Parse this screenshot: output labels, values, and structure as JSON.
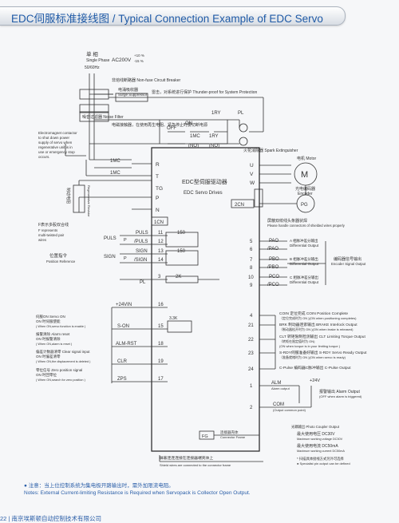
{
  "title": "EDC伺服标准接线图 / Typical Connection Example of EDC Servo",
  "power": {
    "phase_cn": "单 相",
    "phase_en": "Single Phase",
    "freq": "50/60Hz",
    "voltage": "AC200V",
    "tol_plus": "+10 %",
    "tol_minus": "-15 %"
  },
  "breaker": {
    "cn": "非熔线断路器",
    "en": "Non-fuse Circuit Breaker"
  },
  "surge": {
    "cn": "电涌吸收器",
    "en": "Surge Suppressor",
    "note": "雷击，对系统进行保护 Thunder-proof for System Protection"
  },
  "noise_filter": {
    "cn": "噪音过滤器",
    "en": "Noise Filter"
  },
  "contactor_note": {
    "cn": "电磁接触器，在使用再生电阻、紧急停止时要切断电源",
    "en": [
      "Electromagnet contactor",
      "to shut down power",
      "supply of servo when",
      "regenerative unit is in",
      "use or emergency stop",
      "occurs."
    ]
  },
  "relay": {
    "off": "OFF",
    "on": "ON",
    "ry": "1RY",
    "pl": "PL",
    "mc": "1MC",
    "no": "(NO)"
  },
  "spark": "火花消除器 Spark Extinguisher",
  "mc1": "1MC",
  "mc2": "1MC",
  "regen": {
    "cn": "制动电阻",
    "en": "Regenerative Resistor"
  },
  "drive": {
    "cn": "EDC型伺服驱动器",
    "en": "EDC Servo Drives",
    "cn_box": "1CN",
    "cn2_box": "2CN"
  },
  "power_terms": [
    "R",
    "T",
    "TG",
    "P",
    "N"
  ],
  "motor_terms": [
    "U",
    "V",
    "W"
  ],
  "motor": {
    "symbol": "M",
    "cn": "电机 Motor"
  },
  "encoder": {
    "cn": "光电编码器",
    "en": "Encoder",
    "box": "PG"
  },
  "twist": {
    "cn": "屏蔽双绞线头条器状焊",
    "en": "Please handle connectors of shielded wires properly"
  },
  "pulse_group": {
    "title_cn": "F表示多股双合线",
    "title_en": [
      "F represents",
      "multi-twisted pair",
      "wires"
    ],
    "pos_cn": "位置指令",
    "pos_en": "Position Reference"
  },
  "pulse_rows": [
    {
      "name": "PULS",
      "pin": "11",
      "res": "150"
    },
    {
      "name": "/PULS",
      "pin": "12",
      "res": ""
    },
    {
      "name": "SIGN",
      "pin": "13",
      "res": "150"
    },
    {
      "name": "/SIGN",
      "pin": "14",
      "res": ""
    }
  ],
  "pulse_labels": {
    "puls": "PULS",
    "sign": "SIGN",
    "p": "P"
  },
  "pl_row": {
    "name": "PL",
    "pin": "3",
    "res": "2K"
  },
  "enc_out": [
    {
      "name": "PAO",
      "sub": "/PAO",
      "pins": [
        "5",
        "6"
      ],
      "cn": "A 相脉冲差分输出",
      "en": "Differential Output"
    },
    {
      "name": "PBO",
      "sub": "/PBO",
      "pins": [
        "7",
        "8"
      ],
      "cn": "B 相脉冲差分输出",
      "en": "Differential Output"
    },
    {
      "name": "PCO",
      "sub": "/PCO",
      "pins": [
        "10",
        "9"
      ],
      "cn": "C 相脉冲差分输出",
      "en": "Differential Output"
    }
  ],
  "enc_out_group": {
    "cn": "编码器信号输出",
    "en": "Encoder Signal Output"
  },
  "vin": {
    "name": "+24VIN",
    "pin": "16",
    "res": "3.3K"
  },
  "inputs": [
    {
      "name": "S-ON",
      "pin": "15",
      "cn": "伺服ON Servo ON",
      "cn2": "ON 时伺服使能",
      "en": "( When ON,servo function is enable )"
    },
    {
      "name": "ALM-RST",
      "pin": "18",
      "cn": "报警清除 Alarm reset",
      "cn2": "ON 时报警清除",
      "en": "( When ON,alarm is reset )"
    },
    {
      "name": "CLR",
      "pin": "19",
      "cn": "偏差计数器清零 Clear signal input",
      "cn2": "ON 时偏差清零",
      "en": "( When ON,the displacement is deleted )"
    },
    {
      "name": "ZPS",
      "pin": "17",
      "cn": "零位信号 Zero position signal",
      "cn2": "ON 时回零位",
      "en": "( When ON,search for zero position )"
    }
  ],
  "outputs": [
    {
      "pin": "4",
      "lines": [
        "COIN 定位完成 COIN Position Complete",
        "（定位完成时为 ON )(ON when positioning completes)"
      ]
    },
    {
      "pin": "21",
      "lines": [
        "BRK 制动器连索输出 BRAKE Interlock Output",
        "（制动器松开时为 ON )(ON when brake is released)"
      ]
    },
    {
      "pin": "22",
      "lines": [
        "CLT 转矩限制检测输出 CLT Limiting Torque Output",
        "（转矩在限定值时为 ON)",
        "(ON when torque is in your limiting torque )"
      ]
    },
    {
      "pin": "23",
      "lines": [
        "S-RDY伺服准备好输出 S-RDY Servo Ready Output",
        "（准备就绪时为 ON )(ON when servo is ready)"
      ]
    },
    {
      "pin": "24",
      "lines": [
        "C-Pulse 编码器C脉冲输出 C-Pulse Output"
      ]
    }
  ],
  "alarm": {
    "name": "ALM",
    "pin": "1",
    "cn": "报警输出 Alarm Output",
    "cn_sub": "Alarm output",
    "en": "(OFF when alarm is triggered)",
    "plus": "+24V",
    "com": "COM",
    "com_pin": "2",
    "com_note": "(Output common point)"
  },
  "photo": {
    "lines": [
      "光耦输出 Photo Coupler Output",
      "最大使用电压 DC30V",
      "Maximum working voltage DC30V",
      "最大使用电流 DC50mA",
      "Maximum working current DC50mA",
      "* 扫描具体接线方式另外可选择",
      "● Specialist pin output can be defined"
    ]
  },
  "fg": {
    "box": "FG",
    "cn": "连接器壳体",
    "en": "Connector Frame"
  },
  "shield": {
    "cn": "屏蔽连连连接在连接器端壳体上",
    "en": "Shield wires are connected to the connector frame"
  },
  "notes": {
    "cn": "● 注意：当上位控制系统为集电极开路输出时，需外加限流电阻。",
    "en": "Notes: External Current-limiting Resistance is Required when Servopack is Collector Open Output."
  },
  "footer": {
    "page": "22",
    "company": "南京埃斯顿自动控制技术有限公司"
  },
  "colors": {
    "title_blue": "#1f5aa6",
    "line": "#333333",
    "box_border": "#222222"
  }
}
